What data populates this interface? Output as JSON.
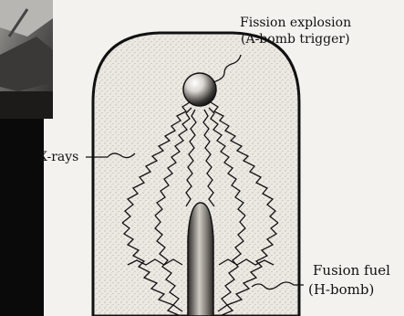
{
  "labels": {
    "fission_line1": "Fission explosion",
    "fission_line2": "(A-bomb trigger)",
    "xrays": "X-rays",
    "fusion_line1": "Fusion fuel",
    "fusion_line2": "(H-bomb)"
  },
  "colors": {
    "background": "#000000",
    "panel": "#f4f2ee",
    "casing_fill": "#e9e6e0",
    "ink": "#111111"
  }
}
